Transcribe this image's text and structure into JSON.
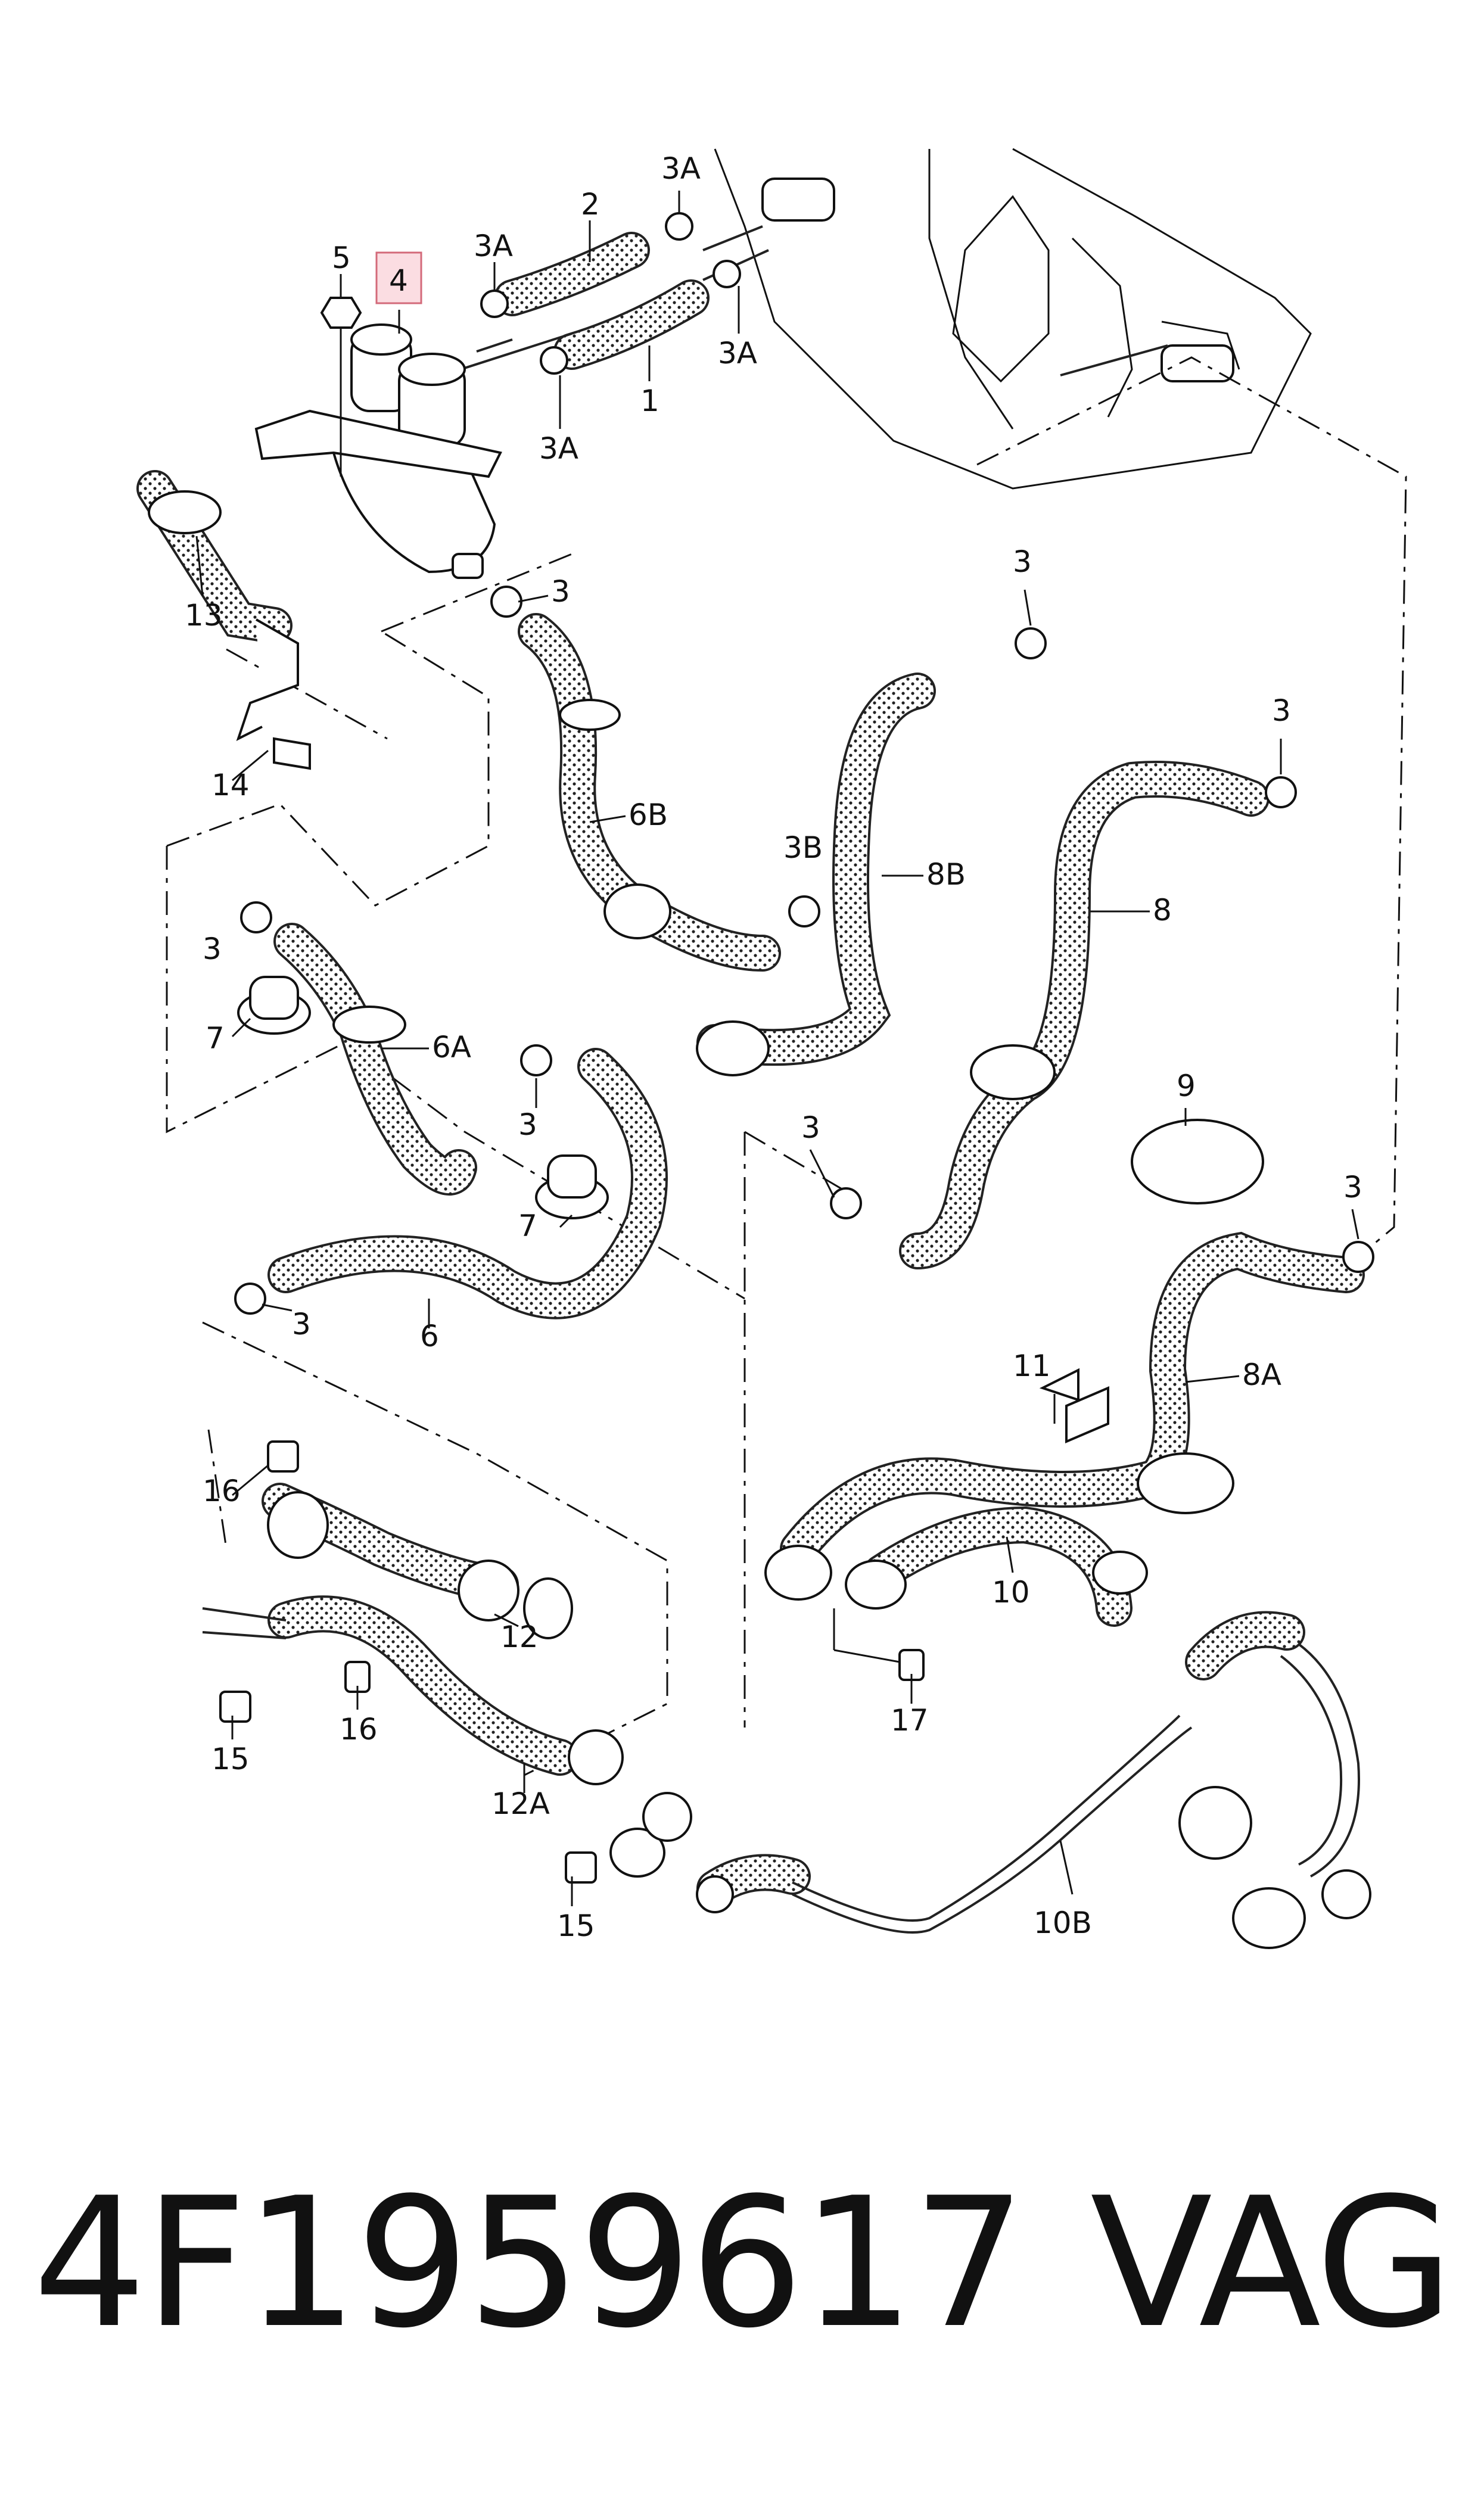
{
  "diagram": {
    "callouts": [
      {
        "id": "c5",
        "text": "5"
      },
      {
        "id": "c4",
        "text": "4",
        "highlighted": true
      },
      {
        "id": "c3a_1",
        "text": "3A"
      },
      {
        "id": "c2",
        "text": "2"
      },
      {
        "id": "c3a_2",
        "text": "3A"
      },
      {
        "id": "c1",
        "text": "1"
      },
      {
        "id": "c3a_3",
        "text": "3A"
      },
      {
        "id": "c3a_4",
        "text": "3A"
      },
      {
        "id": "c3_1",
        "text": "3"
      },
      {
        "id": "c13",
        "text": "13"
      },
      {
        "id": "c14",
        "text": "14"
      },
      {
        "id": "c6b",
        "text": "6B"
      },
      {
        "id": "c3_2",
        "text": "3"
      },
      {
        "id": "c3b",
        "text": "3B"
      },
      {
        "id": "c8b",
        "text": "8B"
      },
      {
        "id": "c3_3",
        "text": "3"
      },
      {
        "id": "c8",
        "text": "8"
      },
      {
        "id": "c3_4",
        "text": "3"
      },
      {
        "id": "c7_1",
        "text": "7"
      },
      {
        "id": "c6a",
        "text": "6A"
      },
      {
        "id": "c3_5",
        "text": "3"
      },
      {
        "id": "c9",
        "text": "9"
      },
      {
        "id": "c3_6",
        "text": "3"
      },
      {
        "id": "c7_2",
        "text": "7"
      },
      {
        "id": "c3_7",
        "text": "3"
      },
      {
        "id": "c3_8",
        "text": "3"
      },
      {
        "id": "c6",
        "text": "6"
      },
      {
        "id": "c11",
        "text": "11"
      },
      {
        "id": "c8a",
        "text": "8A"
      },
      {
        "id": "c16_1",
        "text": "16"
      },
      {
        "id": "c10",
        "text": "10"
      },
      {
        "id": "c12",
        "text": "12"
      },
      {
        "id": "c17",
        "text": "17"
      },
      {
        "id": "c15_1",
        "text": "15"
      },
      {
        "id": "c16_2",
        "text": "16"
      },
      {
        "id": "c12a",
        "text": "12A"
      },
      {
        "id": "c15_2",
        "text": "15"
      },
      {
        "id": "c10b",
        "text": "10B"
      }
    ],
    "highlight_color": "#e8a0a8"
  },
  "footer": {
    "part_number": "4F1959617",
    "brand": "VAG"
  }
}
